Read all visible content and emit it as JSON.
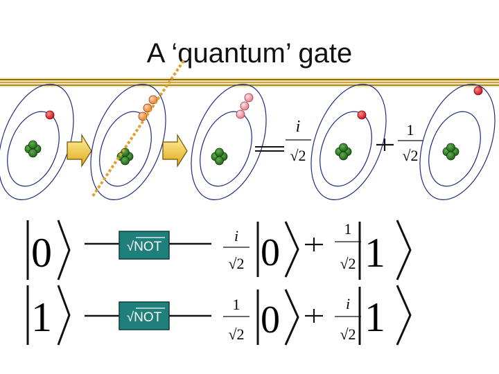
{
  "slide": {
    "title": "A ‘quantum’ gate"
  },
  "atom_row": {
    "amp_i": "i",
    "amp_one": "1",
    "sqrt_two": "√2"
  },
  "circuit": {
    "rows": [
      {
        "input": "0",
        "gate_label": "√NOT",
        "term1": {
          "num": "i",
          "den": "√2",
          "ket": "0"
        },
        "term2": {
          "num": "1",
          "den": "√2",
          "ket": "1"
        }
      },
      {
        "input": "1",
        "gate_label": "√NOT",
        "term1": {
          "num": "1",
          "den": "√2",
          "ket": "0"
        },
        "term2": {
          "num": "i",
          "den": "√2",
          "ket": "1"
        }
      }
    ]
  },
  "colors": {
    "gate_fill": "#1f7f7a",
    "nucleus": "#1e6a16",
    "electron": "#e01b2a",
    "electron_light": "#f3a0a6",
    "electron_orange": "#f08a3a",
    "laser": "#e0a030",
    "arrow": "#f2c12e",
    "orbit": "#1a2a80",
    "band_gold": "#c9a227"
  }
}
